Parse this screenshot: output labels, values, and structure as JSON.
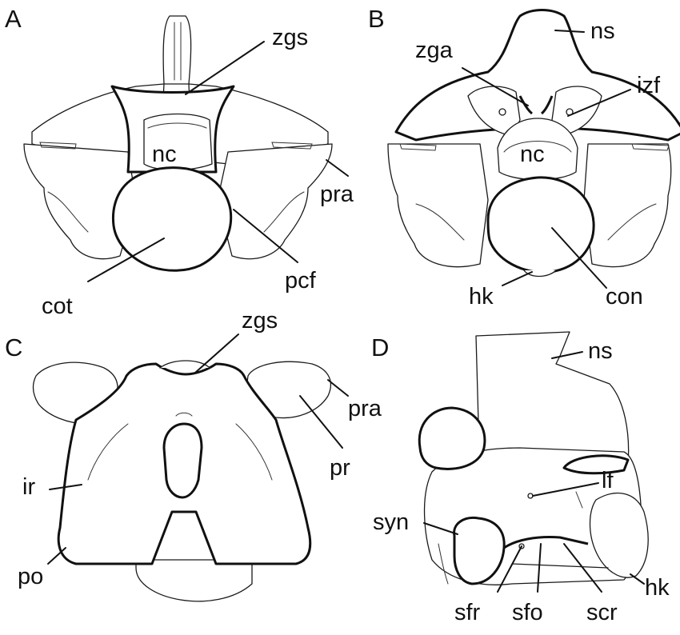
{
  "panels": {
    "a": "A",
    "b": "B",
    "c": "C",
    "d": "D"
  },
  "labels": {
    "a": {
      "zgs": "zgs",
      "nc": "nc",
      "pra": "pra",
      "pcf": "pcf",
      "cot": "cot"
    },
    "b": {
      "ns": "ns",
      "zga": "zga",
      "izf": "izf",
      "nc": "nc",
      "hk": "hk",
      "con": "con"
    },
    "c": {
      "zgs": "zgs",
      "pra": "pra",
      "pr": "pr",
      "ir": "ir",
      "po": "po"
    },
    "d": {
      "ns": "ns",
      "lf": "lf",
      "syn": "syn",
      "hk": "hk",
      "sfr": "sfr",
      "sfo": "sfo",
      "scr": "scr"
    }
  }
}
